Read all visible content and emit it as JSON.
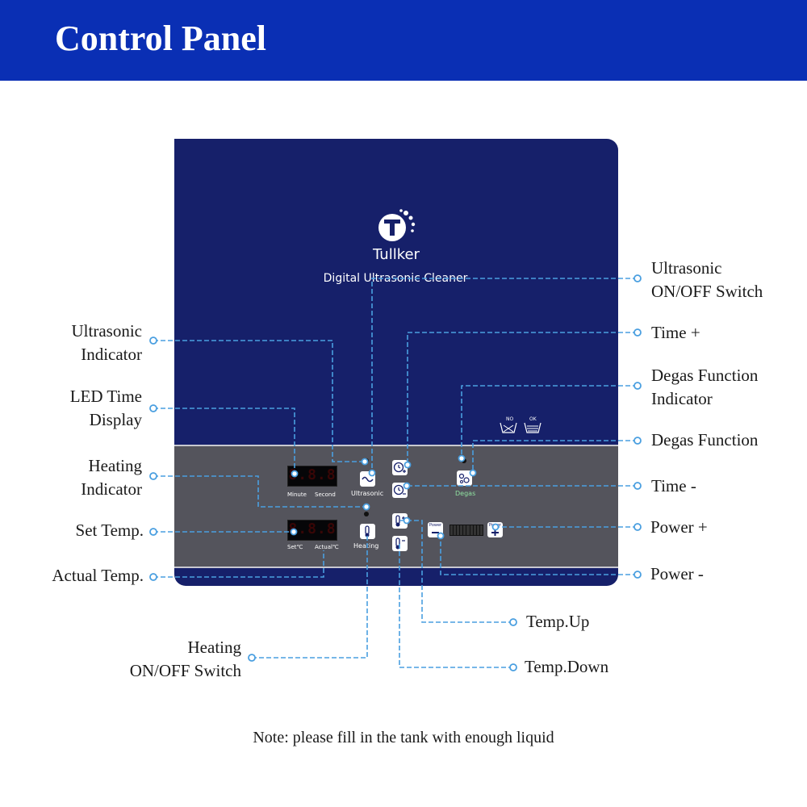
{
  "header": {
    "title": "Control Panel"
  },
  "panel": {
    "brand": "Tullker",
    "product": "Digital Ultrasonic Cleaner",
    "no_label": "NO",
    "ok_label": "OK",
    "time_display": {
      "digits": "8.8.8",
      "label_minute": "Minute",
      "label_second": "Second"
    },
    "temp_display": {
      "digits": "8.8.8",
      "label_set": "Set℃",
      "label_actual": "Actual℃"
    },
    "buttons": {
      "ultrasonic": "Ultrasonic",
      "heating": "Heating",
      "degas": "Degas",
      "power_plus_text": "Power",
      "power_minus_text": "Power"
    }
  },
  "callouts": {
    "left": [
      {
        "id": "ultrasonic-indicator",
        "text": "Ultrasonic\nIndicator"
      },
      {
        "id": "led-time-display",
        "text": "LED Time\nDisplay"
      },
      {
        "id": "heating-indicator",
        "text": "Heating\nIndicator"
      },
      {
        "id": "set-temp",
        "text": "Set Temp."
      },
      {
        "id": "actual-temp",
        "text": "Actual Temp."
      },
      {
        "id": "heating-switch",
        "text": "Heating\nON/OFF Switch"
      }
    ],
    "right": [
      {
        "id": "ultrasonic-switch",
        "text": "Ultrasonic\nON/OFF Switch"
      },
      {
        "id": "time-plus",
        "text": "Time +"
      },
      {
        "id": "degas-indicator",
        "text": "Degas Function\nIndicator"
      },
      {
        "id": "degas-function",
        "text": "Degas Function"
      },
      {
        "id": "time-minus",
        "text": "Time -"
      },
      {
        "id": "power-plus",
        "text": "Power +"
      },
      {
        "id": "power-minus",
        "text": "Power -"
      },
      {
        "id": "temp-up",
        "text": "Temp.Up"
      },
      {
        "id": "temp-down",
        "text": "Temp.Down"
      }
    ]
  },
  "note": "Note: please fill in the tank with enough liquid",
  "colors": {
    "header": "#0a2fb4",
    "panel": "#16206a",
    "band": "#54545c",
    "leader": "#4a9fe0"
  }
}
